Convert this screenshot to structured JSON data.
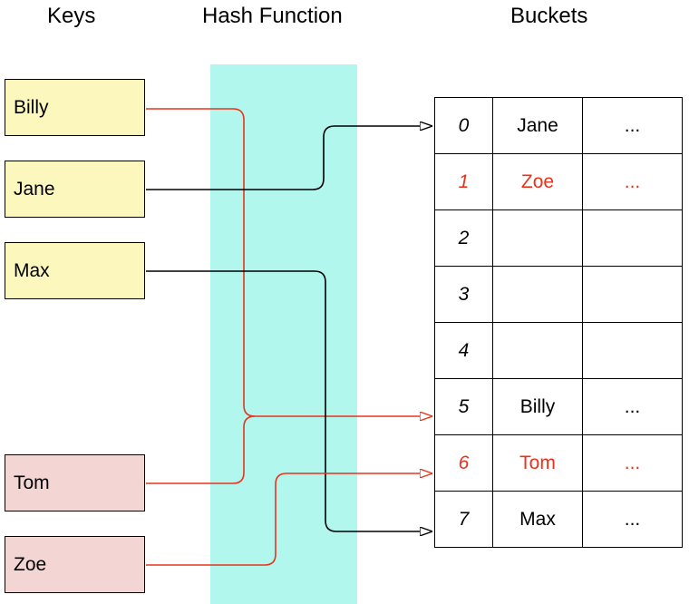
{
  "headers": {
    "keys": "Keys",
    "hash_function": "Hash Function",
    "buckets": "Buckets"
  },
  "keys": [
    {
      "label": "Billy",
      "style": "normal",
      "bucket": 5
    },
    {
      "label": "Jane",
      "style": "normal",
      "bucket": 0
    },
    {
      "label": "Max",
      "style": "normal",
      "bucket": 7
    },
    {
      "label": "Tom",
      "style": "collision",
      "bucket": 5
    },
    {
      "label": "Zoe",
      "style": "collision",
      "bucket": 6
    }
  ],
  "buckets": [
    {
      "index": "0",
      "name": "Jane",
      "more": "...",
      "highlight": false
    },
    {
      "index": "1",
      "name": "Zoe",
      "more": "...",
      "highlight": true
    },
    {
      "index": "2",
      "name": "",
      "more": "",
      "highlight": false
    },
    {
      "index": "3",
      "name": "",
      "more": "",
      "highlight": false
    },
    {
      "index": "4",
      "name": "",
      "more": "",
      "highlight": false
    },
    {
      "index": "5",
      "name": "Billy",
      "more": "...",
      "highlight": false
    },
    {
      "index": "6",
      "name": "Tom",
      "more": "...",
      "highlight": true
    },
    {
      "index": "7",
      "name": "Max",
      "more": "...",
      "highlight": false
    }
  ],
  "colors": {
    "normal_key_fill": "#fcf7bd",
    "collision_key_fill": "#f3d6d3",
    "hash_band": "#b1f7ee",
    "normal_line": "#000000",
    "collision_line": "#e8331c"
  }
}
